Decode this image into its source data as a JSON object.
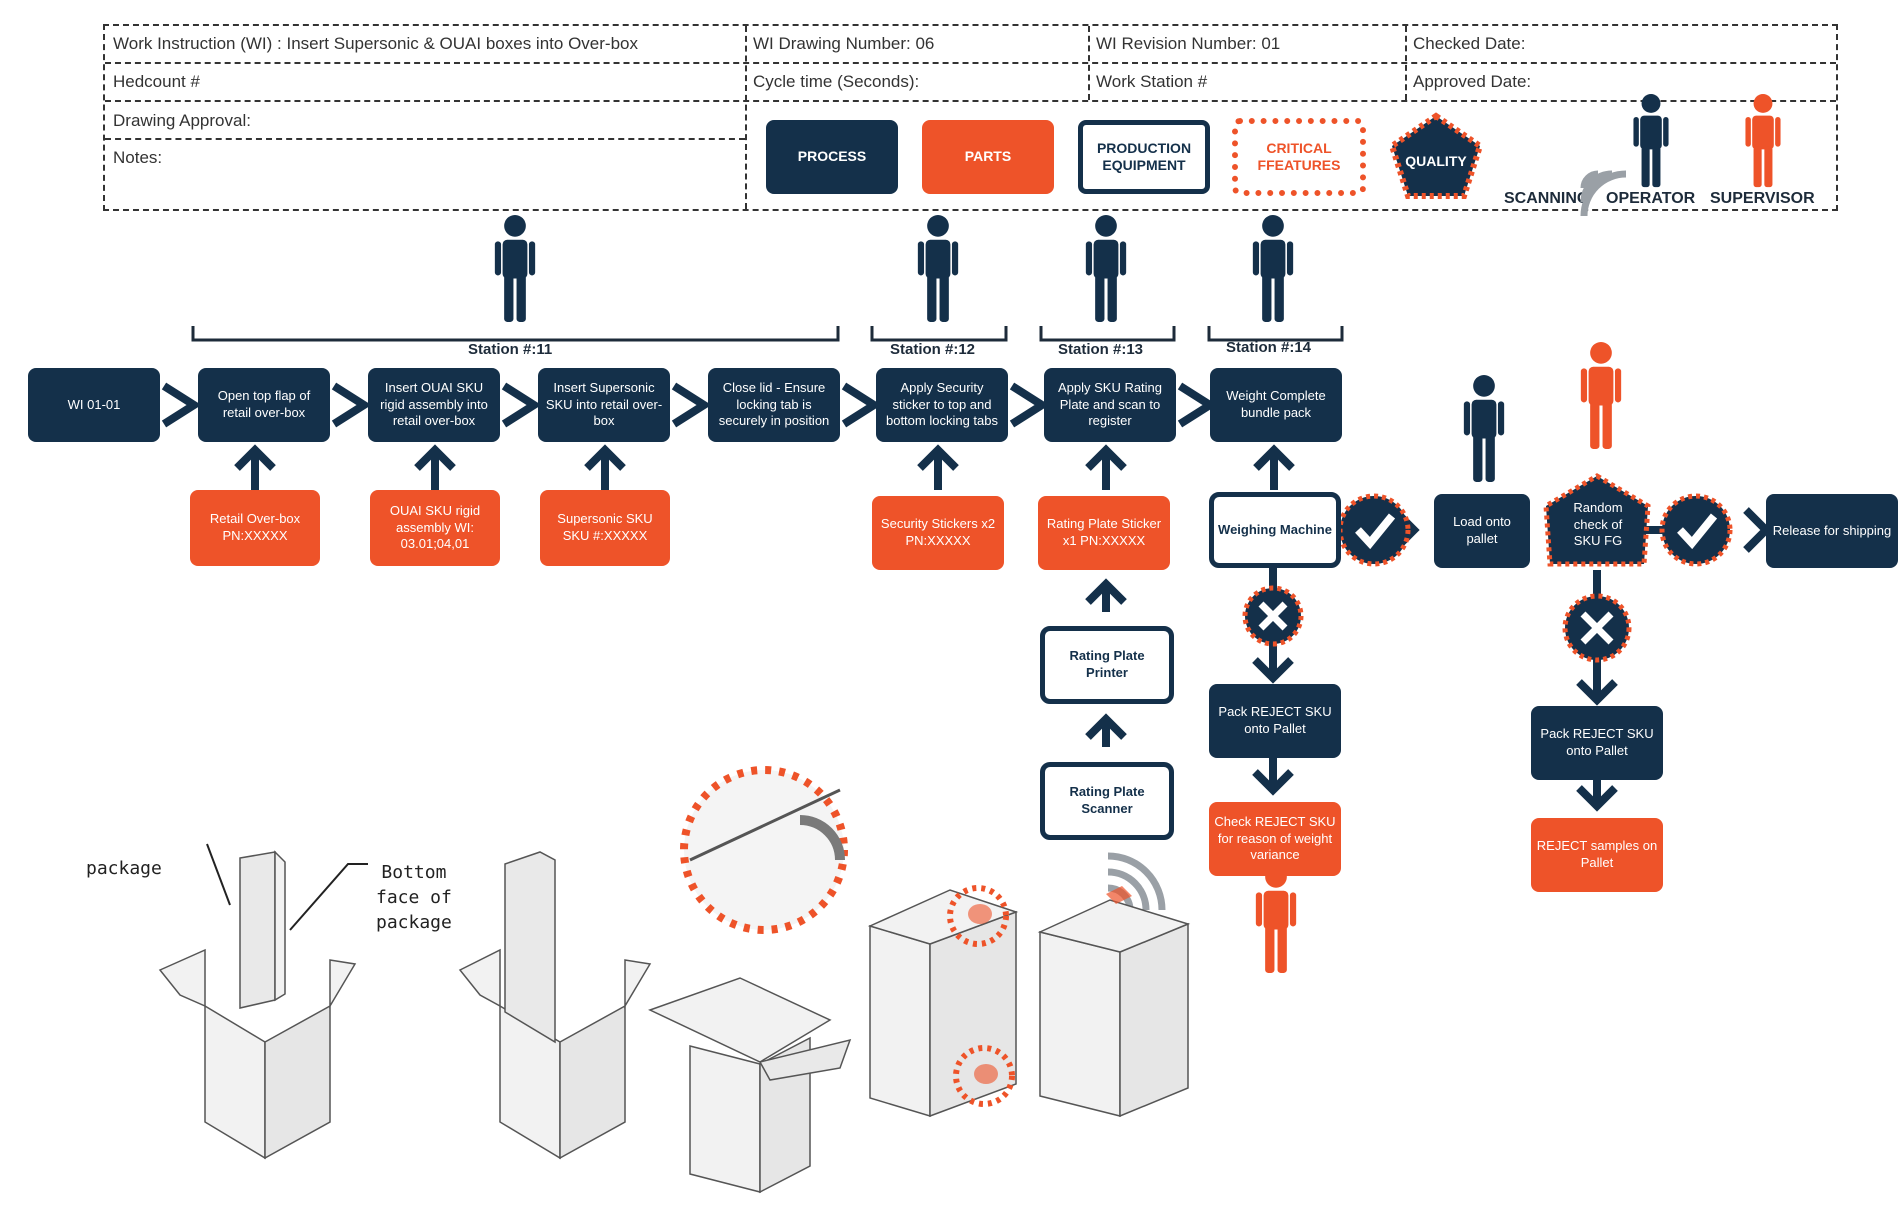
{
  "header": {
    "wi_title": "Work Instruction (WI) : Insert Supersonic & OUAI boxes into Over-box",
    "wi_drawing_number": "WI Drawing Number: 06",
    "wi_revision_number": "WI Revision Number: 01",
    "checked_date": "Checked Date:",
    "headcount": "Hedcount #",
    "cycle_time": "Cycle time (Seconds):",
    "work_station": "Work Station #",
    "approved_date": "Approved Date:",
    "drawing_approval": "Drawing Approval:",
    "notes": "Notes:"
  },
  "legend": {
    "process": "PROCESS",
    "parts": "PARTS",
    "production_equipment": "PRODUCTION EQUIPMENT",
    "critical_features": "CRITICAL FFEATURES",
    "quality": "QUALITY",
    "scanning": "SCANNING",
    "operator": "OPERATOR",
    "supervisor": "SUPERVISOR"
  },
  "colors": {
    "navy": "#14304a",
    "orange": "#ee5329",
    "gray": "#9aa0a6"
  },
  "stations": {
    "s11": "Station #:11",
    "s12": "Station #:12",
    "s13": "Station #:13",
    "s14": "Station #:14"
  },
  "process": {
    "p0": "WI 01-01",
    "p1": "Open top flap of retail over-box",
    "p2": "Insert OUAI SKU rigid assembly into retail over-box",
    "p3": "Insert Supersonic SKU into retail over-box",
    "p4": "Close lid - Ensure locking tab is securely in position",
    "p5": "Apply Security sticker to top and bottom locking tabs",
    "p6": "Apply SKU Rating Plate and scan to register",
    "p7": "Weight Complete bundle pack",
    "p8": "Load onto pallet",
    "p9": "Random check of SKU FG",
    "p10": "Release for shipping",
    "p11": "Pack REJECT SKU onto Pallet",
    "p12": "Pack REJECT SKU onto Pallet"
  },
  "parts": {
    "a1": "Retail Over-box PN:XXXXX",
    "a2": "OUAI SKU rigid assembly WI: 03.01;04,01",
    "a3": "Supersonic SKU SKU #:XXXXX",
    "a4": "Security Stickers x2 PN:XXXXX",
    "a5": "Rating Plate Sticker x1 PN:XXXXX",
    "a6": "Check REJECT SKU for reason of weight variance",
    "a7": "REJECT samples on Pallet"
  },
  "equipment": {
    "e1": "Weighing Machine",
    "e2": "Rating Plate Printer",
    "e3": "Rating Plate Scanner"
  },
  "annotations": {
    "package": "package",
    "bottom1": "Bottom",
    "bottom2": "face of",
    "bottom3": "package"
  }
}
